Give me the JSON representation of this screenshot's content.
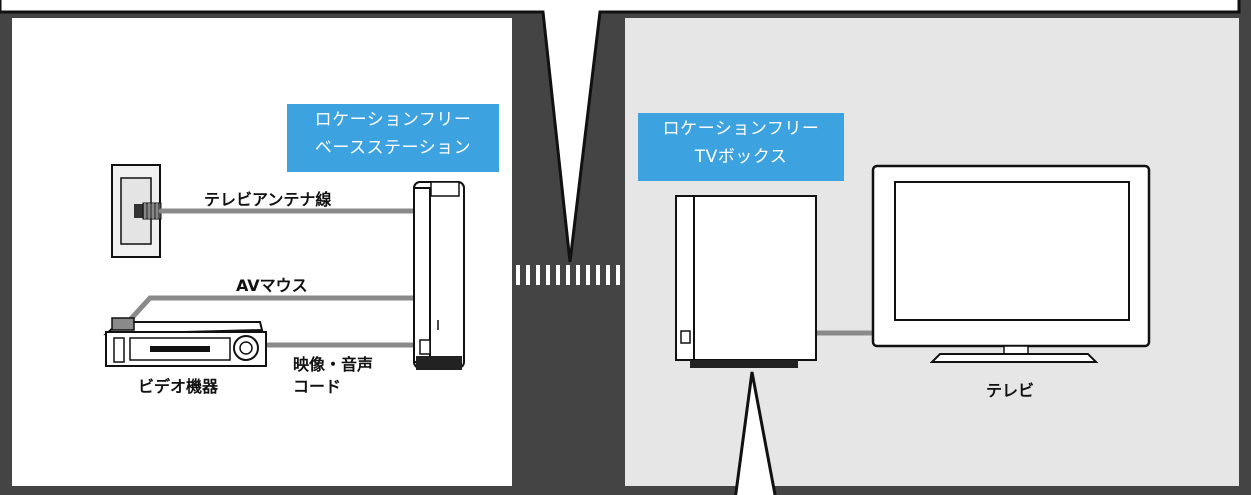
{
  "base_station_label": [
    "ロケーションフリー",
    "ベースステーション"
  ],
  "tv_box_label": [
    "ロケーションフリー",
    "TVボックス"
  ],
  "captions": {
    "antenna_cable": "テレビアンテナ線",
    "av_mouse": "AVマウス",
    "video_device": "ビデオ機器",
    "av_cord": [
      "映像・音声",
      "コード"
    ],
    "tv": "テレビ"
  },
  "colors": {
    "background": "#444444",
    "left_panel": "#ffffff",
    "right_panel": "#e6e6e6",
    "label_accent": "#3da2e0",
    "cable": "#8a8a8a"
  }
}
